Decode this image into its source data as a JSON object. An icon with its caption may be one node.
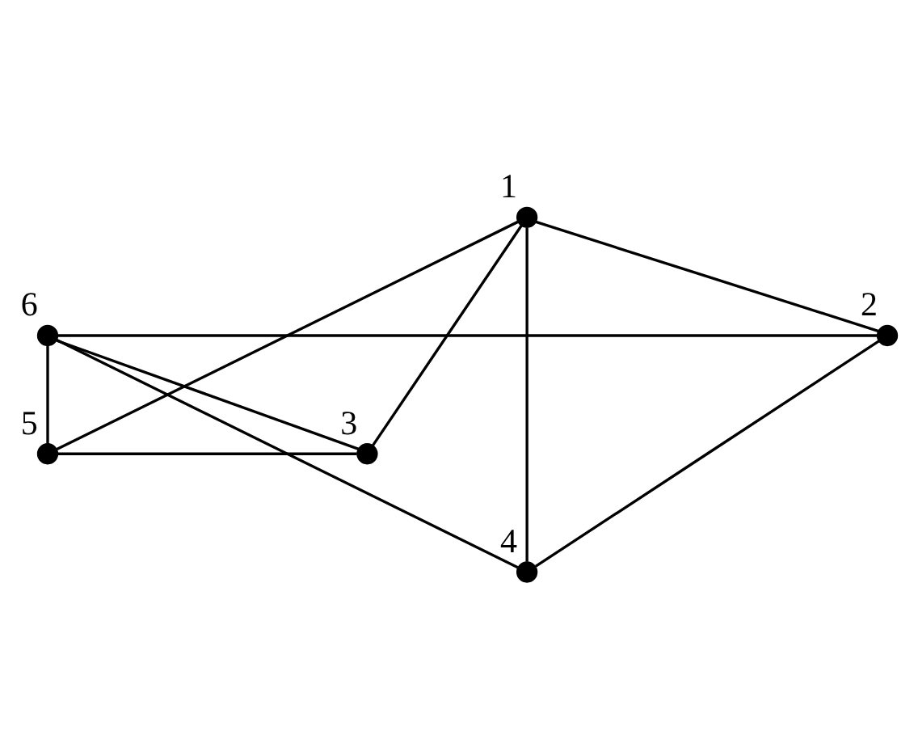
{
  "diagram": {
    "nodes": [
      {
        "text": [],
        "shape": "circle",
        "beside": [
          "1"
        ]
      },
      {
        "text": [],
        "shape": "circle",
        "beside": [
          "6"
        ]
      },
      {
        "text": [],
        "shape": "circle",
        "beside": [
          "2"
        ]
      },
      {
        "text": [],
        "shape": "circle",
        "beside": [
          "5"
        ]
      },
      {
        "text": [],
        "shape": "circle",
        "beside": [
          "3"
        ]
      },
      {
        "text": [],
        "shape": "circle",
        "beside": [
          "4"
        ]
      }
    ],
    "edges": [
      {
        "from": 0,
        "to": 3,
        "arrow": "none"
      },
      {
        "from": 0,
        "to": 5,
        "arrow": "none"
      },
      {
        "from": 0,
        "to": 4,
        "arrow": "none"
      },
      {
        "from": 0,
        "to": 2,
        "arrow": "none"
      },
      {
        "from": 1,
        "to": 3,
        "arrow": "none"
      },
      {
        "from": 1,
        "to": 5,
        "arrow": "none"
      },
      {
        "from": 1,
        "to": 4,
        "arrow": "none"
      },
      {
        "from": 1,
        "to": 2,
        "arrow": "none"
      },
      {
        "from": 3,
        "to": 4,
        "arrow": "none"
      },
      {
        "from": 2,
        "to": 5,
        "arrow": "none"
      }
    ]
  }
}
